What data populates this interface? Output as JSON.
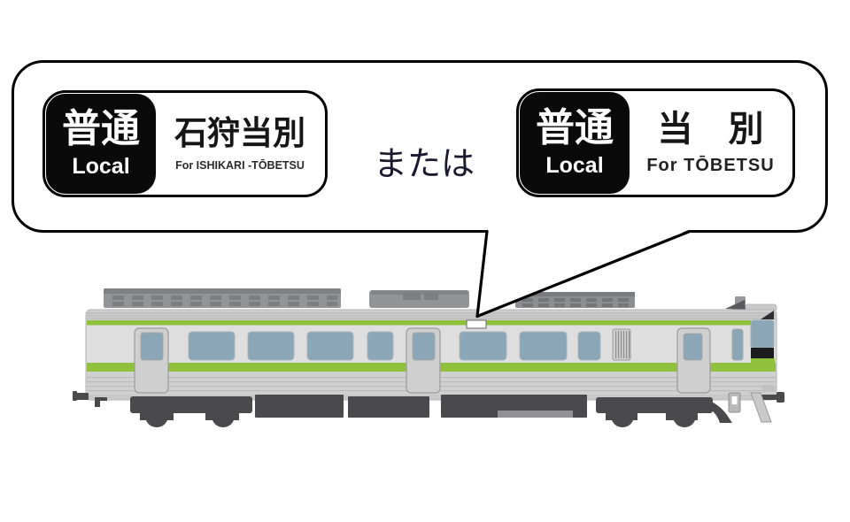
{
  "bubble": {
    "or_text": "または",
    "signs": [
      {
        "type_ja": "普通",
        "type_en": "Local",
        "dest_ja": "石狩当別",
        "dest_en": "For ISHIKARI -TŌBETSU"
      },
      {
        "type_ja": "普通",
        "type_en": "Local",
        "dest_ja": "当　別",
        "dest_en": "For TŌBETSU"
      }
    ]
  },
  "colors": {
    "bubble_border": "#000000",
    "sign_border": "#000000",
    "sign_box_bg": "#0a0a0a",
    "sign_box_text": "#ffffff",
    "dest_text": "#161616",
    "or_text": "#191930",
    "train_green": "#8fc13c",
    "body_gray": "#d7d7d7",
    "window_band_gray": "#dedede",
    "lower_gray": "#d0d0d0",
    "roof_gray": "#cdcdcd",
    "door_gray": "#cfcfcf",
    "window_blue": "#8ba6b6",
    "ac_gray": "#929497",
    "ac_dark": "#7c7e81",
    "under_dark": "#4a4a4c"
  }
}
